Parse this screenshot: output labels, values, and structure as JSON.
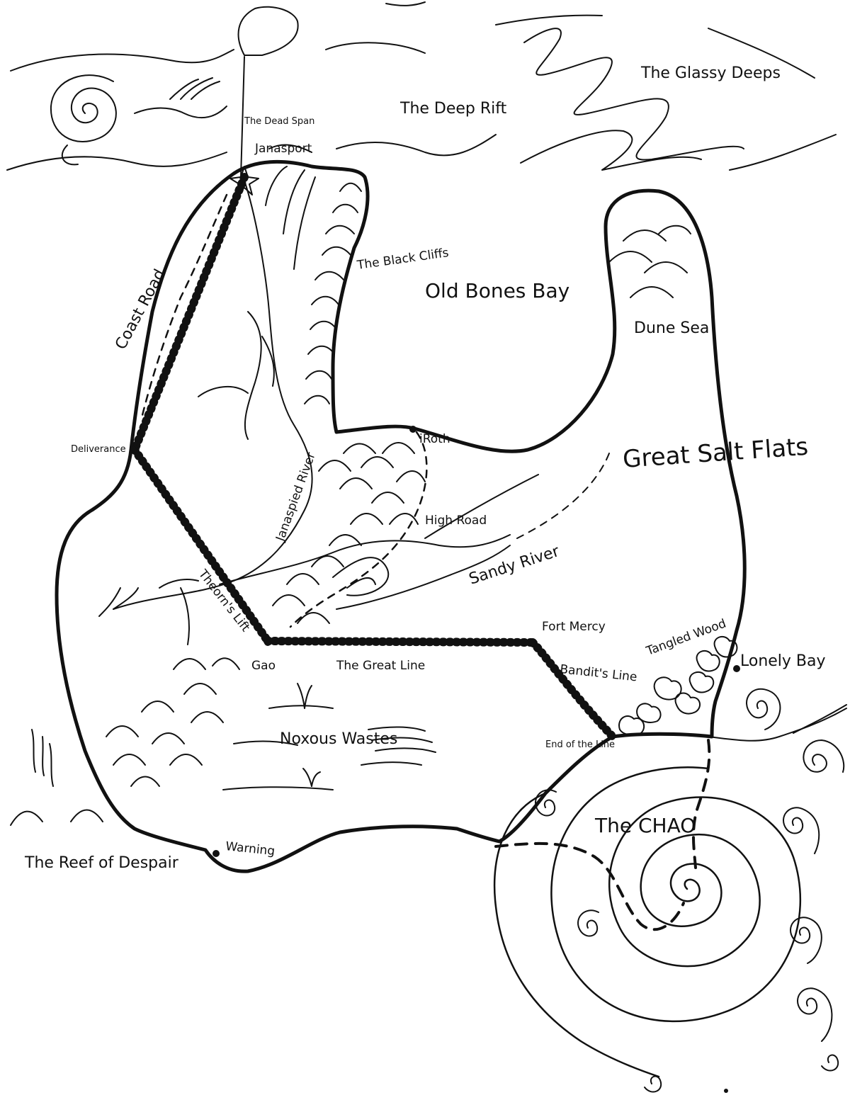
{
  "map": {
    "seas": {
      "dead_span": "The Dead Span",
      "deep_rift": "The Deep Rift",
      "glassy_deeps": "The Glassy Deeps",
      "old_bones_bay": "Old Bones Bay",
      "lonely_bay": "Lonely Bay",
      "reef_of_despair": "The Reef of Despair"
    },
    "regions": {
      "black_cliffs": "The Black Cliffs",
      "dune_sea": "Dune Sea",
      "great_salt_flats": "Great Salt Flats",
      "noxous_wastes": "Noxous Wastes",
      "tangled_wood": "Tangled Wood",
      "the_chao": "The CHAO"
    },
    "towns": {
      "janasport": "Janasport",
      "deliverance": "Deliverance",
      "iroth": "iRoth",
      "gao": "Gao",
      "fort_mercy": "Fort Mercy",
      "end_of_the_line": "End of the Line",
      "warning": "Warning"
    },
    "routes": {
      "coast_road": "Coast Road",
      "theorns_lift": "Theorn's Lift",
      "high_road": "High Road",
      "great_line": "The Great Line",
      "bandits_line": "Bandit's Line"
    },
    "rivers": {
      "janaspied_river": "Janaspied River",
      "sandy_river": "Sandy River"
    }
  }
}
